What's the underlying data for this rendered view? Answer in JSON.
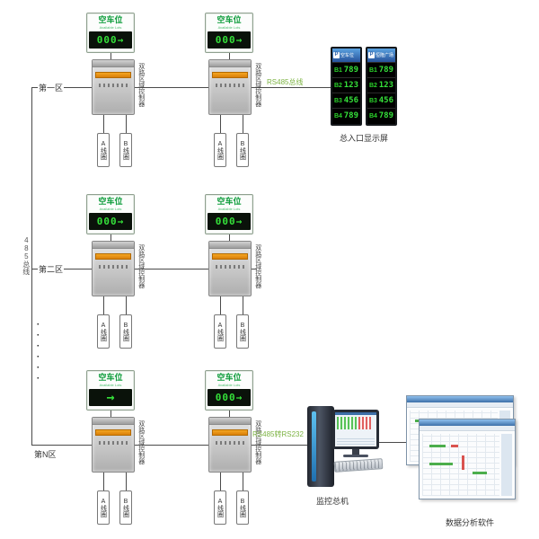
{
  "sign": {
    "title": "空车位",
    "subtitle": "Available Lots"
  },
  "zones": [
    {
      "label": "第一区",
      "displays": [
        "000→",
        "000→"
      ]
    },
    {
      "label": "第二区",
      "displays": [
        "000→",
        "000→"
      ]
    },
    {
      "label": "第N区",
      "displays": [
        "→",
        "000→"
      ]
    }
  ],
  "labels": {
    "controller": "双路区域控制器",
    "coil_a": "A线圈",
    "coil_b": "B线圈",
    "bus": "485总线",
    "rs485_bus": "RS485总线",
    "rs485_to_rs232": "RS485转RS232",
    "entrance_display": "总入口显示屏",
    "monitor_host": "监控总机",
    "software": "数据分析软件",
    "ellipsis": "······"
  },
  "panels": [
    {
      "logo": "P",
      "title": "空车位",
      "rows": [
        {
          "id": "B1",
          "value": "789"
        },
        {
          "id": "B2",
          "value": "123"
        },
        {
          "id": "B3",
          "value": "456"
        },
        {
          "id": "B4",
          "value": "789"
        }
      ]
    },
    {
      "logo": "P",
      "title": "恒隆广场",
      "rows": [
        {
          "id": "B1",
          "value": "789"
        },
        {
          "id": "B2",
          "value": "123"
        },
        {
          "id": "B3",
          "value": "456"
        },
        {
          "id": "B4",
          "value": "789"
        }
      ]
    }
  ],
  "colors": {
    "led_green": "#35e03a",
    "sign_green": "#0f9d3c",
    "panel_header_blue": "#2a5fa8",
    "label_green": "#7cb342",
    "controller_band_orange": "#e8891a"
  }
}
